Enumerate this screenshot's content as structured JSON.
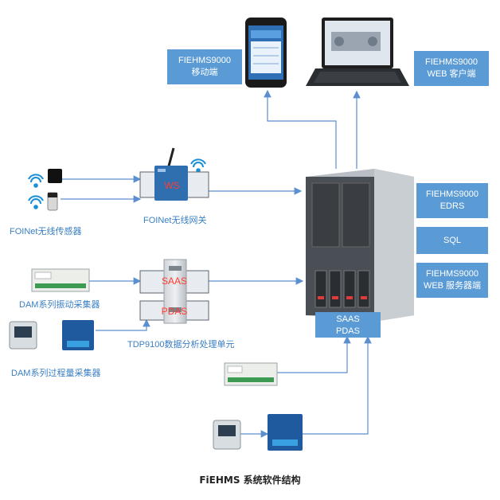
{
  "boxes": {
    "mobile": {
      "line1": "FIEHMS9000",
      "line2": "移动端"
    },
    "web_client": {
      "line1": "FIEHMS9000",
      "line2": "WEB 客户端"
    },
    "edrs": {
      "line1": "FIEHMS9000",
      "line2": "EDRS"
    },
    "sql": {
      "line1": "SQL"
    },
    "web_server": {
      "line1": "FIEHMS9000",
      "line2": "WEB 服务器端"
    }
  },
  "server_labels": {
    "saas": "SAAS",
    "pdas": "PDAS"
  },
  "gateway": {
    "ws_label": "WS"
  },
  "tdp_labels": {
    "saas": "SAAS",
    "pdas": "PDAS"
  },
  "captions": {
    "foinet_sensor": "FOINet无线传感器",
    "foinet_gateway": "FOINet无线网关",
    "dam_vibration": "DAM系列振动采集器",
    "tdp9100": "TDP9100数据分析处理单元",
    "dam_process": "DAM系列过程量采集器"
  },
  "title": "FiEHMS 系统软件结构",
  "colors": {
    "box_blue": "#5b9bd5",
    "line_blue": "#5b8fd0",
    "label_red": "#ff3b30",
    "caption_blue": "#3a7fc2"
  }
}
